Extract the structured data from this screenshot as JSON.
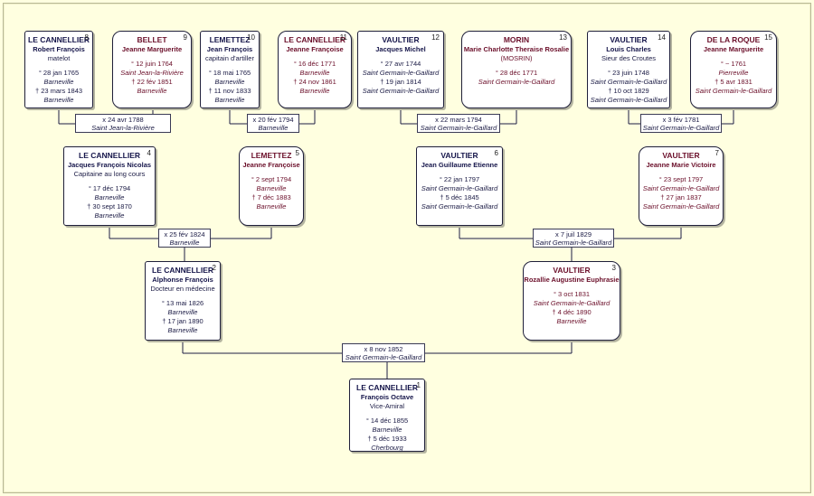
{
  "people": [
    {
      "id": "p1",
      "sex": "m",
      "num": "1",
      "surname": "LE CANNELLIER",
      "given": "François Octave",
      "extra": [
        "Vice-Amiral"
      ],
      "events": [
        {
          "t": "° 14 déc 1855",
          "p": "Barneville"
        },
        {
          "t": "† 5 déc 1933",
          "p": "Cherbourg"
        }
      ]
    },
    {
      "id": "p2",
      "sex": "m",
      "num": "2",
      "surname": "LE CANNELLIER",
      "given": "Alphonse François",
      "extra": [
        "Docteur en médecine"
      ],
      "events": [
        {
          "t": "° 13 mai 1826",
          "p": "Barneville"
        },
        {
          "t": "† 17 jan 1890",
          "p": "Barneville"
        }
      ]
    },
    {
      "id": "p3",
      "sex": "f",
      "num": "3",
      "surname": "VAULTIER",
      "given": "Rozallie Augustine Euphrasie",
      "extra": [],
      "events": [
        {
          "t": "° 3 oct 1831",
          "p": "Saint Germain-le-Gaillard"
        },
        {
          "t": "† 4 déc 1890",
          "p": "Barneville"
        }
      ]
    },
    {
      "id": "p4",
      "sex": "m",
      "num": "4",
      "surname": "LE CANNELLIER",
      "given": "Jacques François Nicolas",
      "extra": [
        "Capitaine au long cours"
      ],
      "events": [
        {
          "t": "° 17 déc 1794",
          "p": "Barneville"
        },
        {
          "t": "† 30 sept 1870",
          "p": "Barneville"
        }
      ]
    },
    {
      "id": "p5",
      "sex": "f",
      "num": "5",
      "surname": "LEMETTEZ",
      "given": "Jeanne Françoise",
      "extra": [],
      "events": [
        {
          "t": "° 2 sept 1794",
          "p": "Barneville"
        },
        {
          "t": "† 7 déc 1883",
          "p": "Barneville"
        }
      ]
    },
    {
      "id": "p6",
      "sex": "m",
      "num": "6",
      "surname": "VAULTIER",
      "given": "Jean Guillaume Etienne",
      "extra": [],
      "events": [
        {
          "t": "° 22 jan 1797",
          "p": "Saint Germain-le-Gaillard"
        },
        {
          "t": "† 5 déc 1845",
          "p": "Saint Germain-le-Gaillard"
        }
      ]
    },
    {
      "id": "p7",
      "sex": "f",
      "num": "7",
      "surname": "VAULTIER",
      "given": "Jeanne Marie Victoire",
      "extra": [],
      "events": [
        {
          "t": "° 23 sept 1797",
          "p": "Saint Germain-le-Gaillard"
        },
        {
          "t": "† 27 jan 1837",
          "p": "Saint Germain-le-Gaillard"
        }
      ]
    },
    {
      "id": "p8",
      "sex": "m",
      "num": "8",
      "surname": "LE CANNELLIER",
      "given": "Robert François",
      "extra": [
        "matelot"
      ],
      "events": [
        {
          "t": "° 28 jan 1765",
          "p": "Barneville"
        },
        {
          "t": "† 23 mars 1843",
          "p": "Barneville"
        }
      ]
    },
    {
      "id": "p9",
      "sex": "f",
      "num": "9",
      "surname": "BELLET",
      "given": "Jeanne Marguerite",
      "extra": [],
      "events": [
        {
          "t": "° 12 juin 1764",
          "p": "Saint Jean-la-Rivière"
        },
        {
          "t": "† 22 fév 1851",
          "p": "Barneville"
        }
      ]
    },
    {
      "id": "p10",
      "sex": "m",
      "num": "10",
      "surname": "LEMETTEZ",
      "given": "Jean François",
      "extra": [
        "capitain d'artiller"
      ],
      "events": [
        {
          "t": "° 18 mai 1765",
          "p": "Barneville"
        },
        {
          "t": "† 11 nov 1833",
          "p": "Barneville"
        }
      ]
    },
    {
      "id": "p11",
      "sex": "f",
      "num": "11",
      "surname": "LE CANNELLIER",
      "given": "Jeanne Françoise",
      "extra": [],
      "events": [
        {
          "t": "° 16 déc 1771",
          "p": "Barneville"
        },
        {
          "t": "† 24 nov 1861",
          "p": "Barneville"
        }
      ]
    },
    {
      "id": "p12",
      "sex": "m",
      "num": "12",
      "surname": "VAULTIER",
      "given": "Jacques Michel",
      "extra": [],
      "events": [
        {
          "t": "° 27 avr 1744",
          "p": "Saint Germain-le-Gaillard"
        },
        {
          "t": "† 19 jan 1814",
          "p": "Saint Germain-le-Gaillard"
        }
      ]
    },
    {
      "id": "p13",
      "sex": "f",
      "num": "13",
      "surname": "MORIN",
      "given": "Marie Charlotte Theraise Rosalie",
      "extra": [
        "(MOSRIN)"
      ],
      "events": [
        {
          "t": "° 28 déc 1771",
          "p": "Saint Germain-le-Gaillard"
        }
      ]
    },
    {
      "id": "p14",
      "sex": "m",
      "num": "14",
      "surname": "VAULTIER",
      "given": "Louis Charles",
      "extra": [
        "Sieur des Croutes"
      ],
      "events": [
        {
          "t": "° 23 juin 1748",
          "p": "Saint Germain-le-Gaillard"
        },
        {
          "t": "† 10 oct 1829",
          "p": "Saint Germain-le-Gaillard"
        }
      ]
    },
    {
      "id": "p15",
      "sex": "f",
      "num": "15",
      "surname": "DE LA ROQUE",
      "given": "Jeanne Marguerite",
      "extra": [],
      "events": [
        {
          "t": "° ~ 1761",
          "p": "Pierreville"
        },
        {
          "t": "† 5 avr 1831",
          "p": "Saint Germain-le-Gaillard"
        }
      ]
    }
  ],
  "marriages": [
    {
      "id": "m1",
      "t": "x 8 nov 1852",
      "p": "Saint Germain-le-Gaillard"
    },
    {
      "id": "m2",
      "t": "x 25 fév 1824",
      "p": "Barneville"
    },
    {
      "id": "m3",
      "t": "x 7 juil 1829",
      "p": "Saint Germain-le-Gaillard"
    },
    {
      "id": "m4",
      "t": "x 24 avr 1788",
      "p": "Saint Jean-la-Rivière"
    },
    {
      "id": "m5",
      "t": "x 20 fév 1794",
      "p": "Barneville"
    },
    {
      "id": "m6",
      "t": "x 22 mars 1794",
      "p": "Saint Germain-le-Gaillard"
    },
    {
      "id": "m7",
      "t": "x 3 fév 1781",
      "p": "Saint Germain-le-Gaillard"
    }
  ]
}
